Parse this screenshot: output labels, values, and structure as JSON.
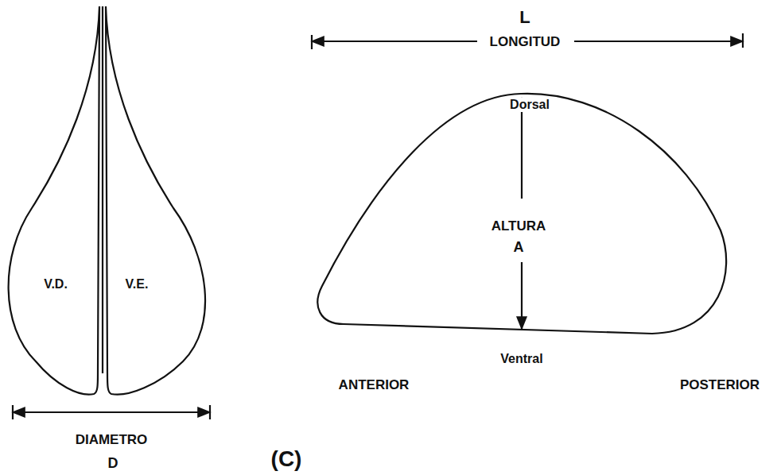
{
  "diagram": {
    "labels": [
      "L",
      "LONGITUD",
      "Dorsal",
      "ALTURA",
      "A",
      "Ventral",
      "ANTERIOR",
      "POSTERIOR",
      "V.D.",
      "V.E.",
      "DIAMETRO",
      "D",
      "(C)"
    ]
  }
}
